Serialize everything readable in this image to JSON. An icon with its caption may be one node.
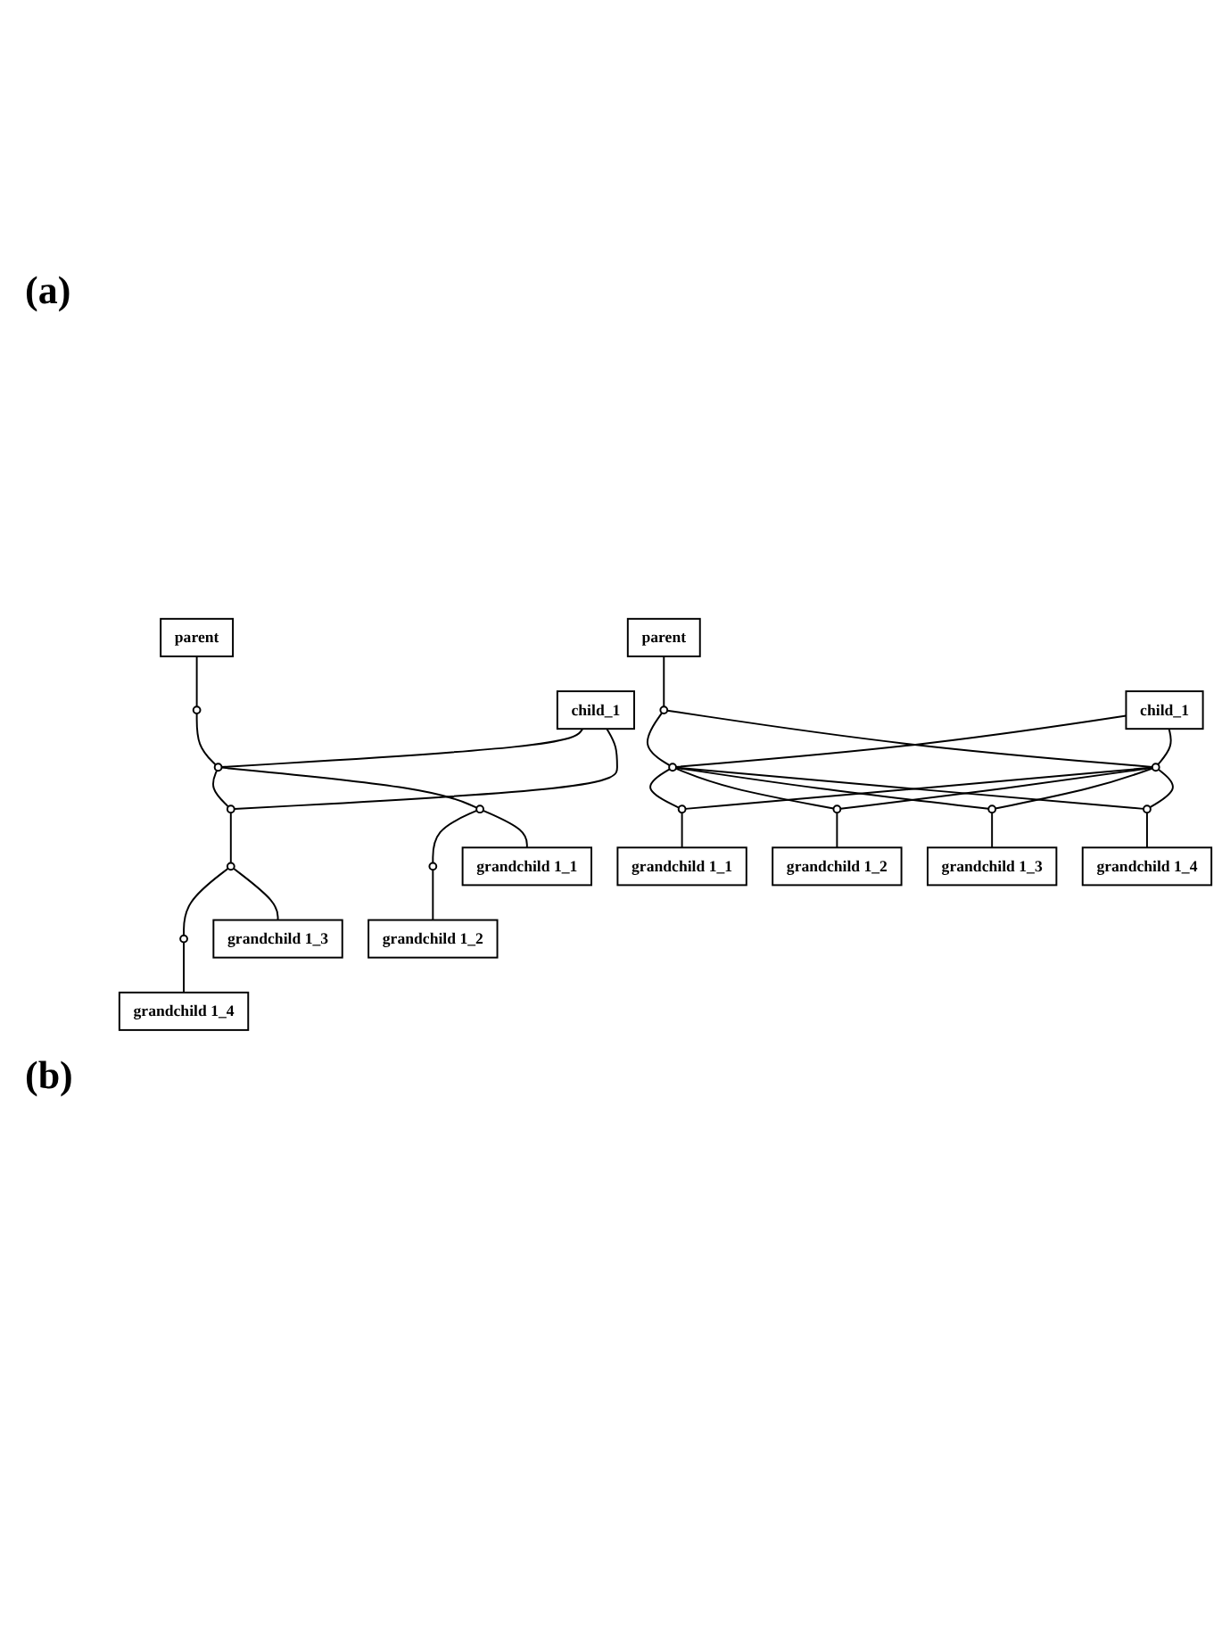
{
  "diagram": {
    "nodes": [
      {
        "text": [
          "parent"
        ]
      },
      {
        "text": [],
        "shape": "circle"
      },
      {
        "text": [
          "child_1"
        ]
      },
      {
        "text": [],
        "shape": "circle"
      },
      {
        "text": [],
        "shape": "circle"
      },
      {
        "text": [],
        "shape": "circle"
      },
      {
        "text": [],
        "shape": "circle"
      },
      {
        "text": [],
        "shape": "circle"
      },
      {
        "text": [],
        "shape": "circle"
      },
      {
        "text": [
          "grandchild 1_1"
        ]
      },
      {
        "text": [
          "grandchild 1_2"
        ]
      },
      {
        "text": [
          "grandchild 1_3"
        ]
      },
      {
        "text": [
          "grandchild 1_4"
        ]
      },
      {
        "text": [
          "parent"
        ]
      },
      {
        "text": [],
        "shape": "circle"
      },
      {
        "text": [
          "child_1"
        ]
      },
      {
        "text": [],
        "shape": "circle"
      },
      {
        "text": [],
        "shape": "circle"
      },
      {
        "text": [],
        "shape": "circle"
      },
      {
        "text": [],
        "shape": "circle"
      },
      {
        "text": [],
        "shape": "circle"
      },
      {
        "text": [],
        "shape": "circle"
      },
      {
        "text": [
          "grandchild 1_1"
        ]
      },
      {
        "text": [
          "grandchild 1_2"
        ]
      },
      {
        "text": [
          "grandchild 1_3"
        ]
      },
      {
        "text": [
          "grandchild 1_4"
        ]
      }
    ],
    "edges": [
      {
        "from": 0,
        "to": 1,
        "arrow": "none"
      },
      {
        "from": 1,
        "to": 3,
        "arrow": "none"
      },
      {
        "from": 2,
        "to": 3,
        "arrow": "none"
      },
      {
        "from": 2,
        "to": 4,
        "arrow": "none"
      },
      {
        "from": 3,
        "to": 4,
        "arrow": "none"
      },
      {
        "from": 3,
        "to": 5,
        "arrow": "none"
      },
      {
        "from": 5,
        "to": 6,
        "arrow": "none"
      },
      {
        "from": 4,
        "to": 7,
        "arrow": "none"
      },
      {
        "from": 7,
        "to": 8,
        "arrow": "none"
      },
      {
        "from": 5,
        "to": 9,
        "arrow": "none"
      },
      {
        "from": 6,
        "to": 10,
        "arrow": "none"
      },
      {
        "from": 7,
        "to": 11,
        "arrow": "none"
      },
      {
        "from": 8,
        "to": 12,
        "arrow": "none"
      },
      {
        "from": 13,
        "to": 14,
        "arrow": "none"
      },
      {
        "from": 14,
        "to": 16,
        "arrow": "none"
      },
      {
        "from": 14,
        "to": 17,
        "arrow": "none"
      },
      {
        "from": 15,
        "to": 16,
        "arrow": "none"
      },
      {
        "from": 15,
        "to": 17,
        "arrow": "none"
      },
      {
        "from": 16,
        "to": 18,
        "arrow": "none"
      },
      {
        "from": 17,
        "to": 18,
        "arrow": "none"
      },
      {
        "from": 16,
        "to": 19,
        "arrow": "none"
      },
      {
        "from": 17,
        "to": 19,
        "arrow": "none"
      },
      {
        "from": 16,
        "to": 20,
        "arrow": "none"
      },
      {
        "from": 17,
        "to": 20,
        "arrow": "none"
      },
      {
        "from": 16,
        "to": 21,
        "arrow": "none"
      },
      {
        "from": 17,
        "to": 21,
        "arrow": "none"
      },
      {
        "from": 18,
        "to": 22,
        "arrow": "none"
      },
      {
        "from": 19,
        "to": 23,
        "arrow": "none"
      },
      {
        "from": 20,
        "to": 24,
        "arrow": "none"
      },
      {
        "from": 21,
        "to": 25,
        "arrow": "none"
      }
    ],
    "labels": [
      "(a)",
      "(b)"
    ]
  }
}
